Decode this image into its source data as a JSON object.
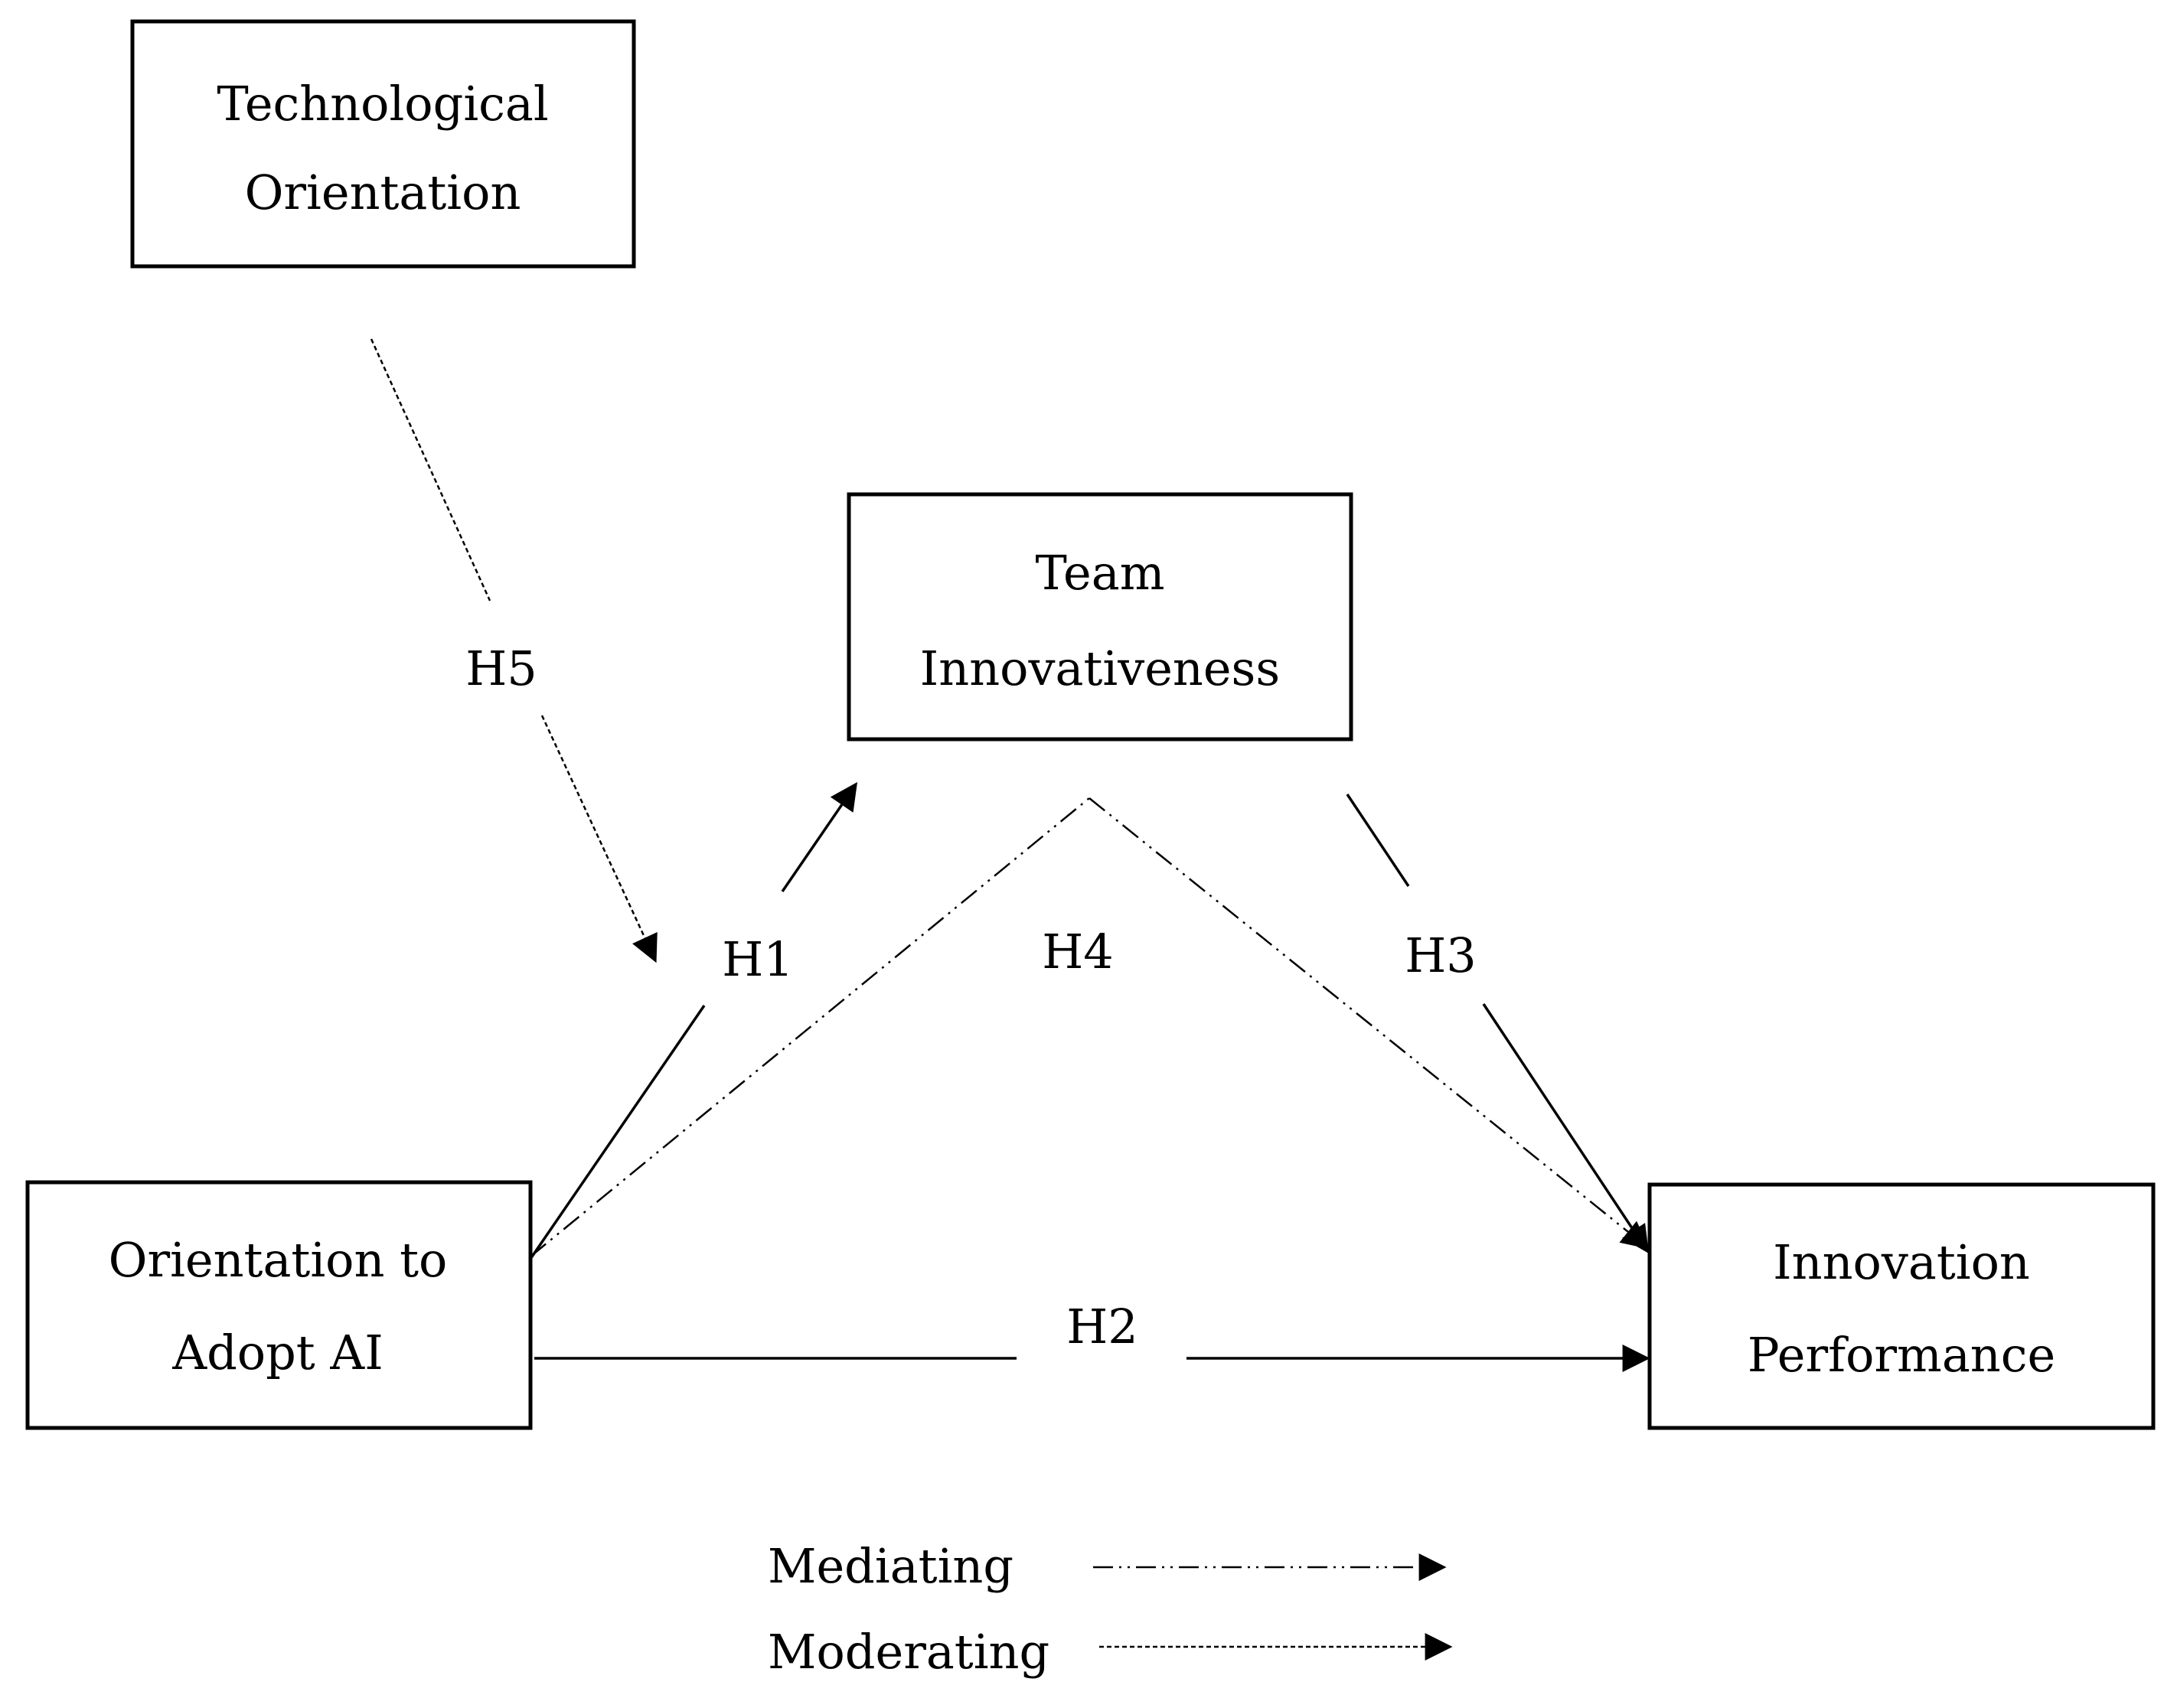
{
  "nodes": {
    "technological_orientation": [
      "Technological",
      "Orientation"
    ],
    "team_innovativeness": [
      "Team",
      "Innovativeness"
    ],
    "orientation_to_adopt_ai": [
      "Orientation to",
      "Adopt AI"
    ],
    "innovation_performance": [
      "Innovation",
      "Performance"
    ]
  },
  "paths": {
    "h1": "H1",
    "h2": "H2",
    "h3": "H3",
    "h4": "H4",
    "h5": "H5"
  },
  "legend": {
    "mediating": "Mediating",
    "moderating": "Moderating"
  }
}
